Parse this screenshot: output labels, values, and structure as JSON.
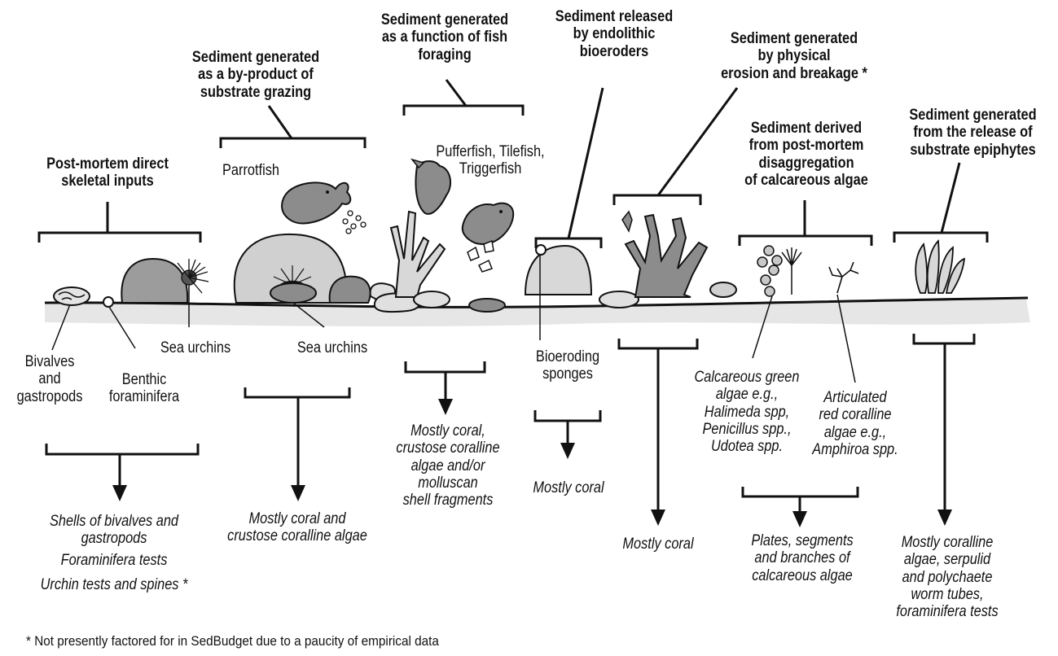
{
  "columns": [
    {
      "heading": [
        "Post-mortem direct",
        "skeletal inputs"
      ],
      "organisms": [
        [
          "Bivalves",
          "and",
          "gastropods"
        ],
        [
          "Benthic",
          "foraminifera"
        ],
        [
          "Sea urchins"
        ]
      ],
      "outputs": [
        "Shells of bivalves and",
        "gastropods",
        "Foraminifera tests",
        "Urchin tests and spines *"
      ]
    },
    {
      "heading": [
        "Sediment generated",
        "as a by-product of",
        "substrate grazing"
      ],
      "organisms": [
        [
          "Parrotfish"
        ],
        [
          "Sea urchins"
        ]
      ],
      "outputs": [
        "Mostly coral and",
        "crustose coralline algae"
      ]
    },
    {
      "heading": [
        "Sediment generated",
        "as a function of fish",
        "foraging"
      ],
      "organisms": [
        [
          "Pufferfish, Tilefish,",
          "Triggerfish"
        ]
      ],
      "outputs": [
        "Mostly coral,",
        "crustose coralline",
        "algae and/or",
        "molluscan",
        "shell fragments"
      ]
    },
    {
      "heading": [
        "Sediment released",
        "by endolithic",
        "bioeroders"
      ],
      "organisms": [
        [
          "Bioeroding",
          "sponges"
        ]
      ],
      "outputs": [
        "Mostly coral"
      ]
    },
    {
      "heading": [
        "Sediment generated",
        "by physical",
        "erosion and breakage *"
      ],
      "organisms": [],
      "outputs": [
        "Mostly coral"
      ]
    },
    {
      "heading": [
        "Sediment derived",
        "from post-mortem",
        "disaggregation",
        "of calcareous algae"
      ],
      "organisms": [
        [
          "Calcareous green",
          "algae e.g.,",
          "Halimeda spp,",
          "Penicillus spp.,",
          "Udotea spp."
        ],
        [
          "Articulated",
          "red coralline",
          "algae e.g.,",
          "Amphiroa spp."
        ]
      ],
      "outputs": [
        "Plates, segments",
        "and branches of",
        "calcareous algae"
      ]
    },
    {
      "heading": [
        "Sediment generated",
        "from the release of",
        "substrate epiphytes"
      ],
      "organisms": [],
      "outputs": [
        "Mostly coralline",
        "algae, serpulid",
        "and polychaete",
        "worm tubes,",
        "foraminifera tests"
      ]
    }
  ],
  "footnote": "* Not presently factored for in SedBudget due to a paucity of empirical data",
  "colors": {
    "ink": "#111111",
    "fill_dark": "#8c8c8c",
    "fill_mid": "#a6a6a6",
    "fill_light": "#d4d4d4",
    "sediment": "#e6e6e6"
  }
}
